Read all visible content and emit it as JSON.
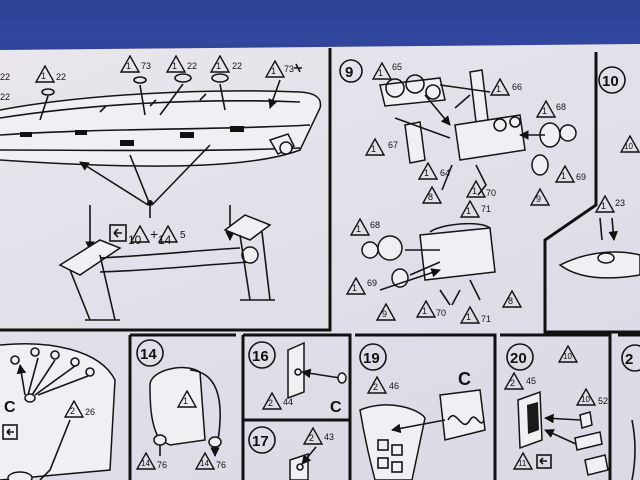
{
  "steps": [
    {
      "id": "s9",
      "num": "9"
    },
    {
      "id": "s10",
      "num": "10"
    },
    {
      "id": "s14",
      "num": "14"
    },
    {
      "id": "s16",
      "num": "16"
    },
    {
      "id": "s17",
      "num": "17"
    },
    {
      "id": "s19",
      "num": "19"
    },
    {
      "id": "s20",
      "num": "20"
    },
    {
      "id": "s2x",
      "num": "2"
    }
  ],
  "letters": {
    "c_a": "C",
    "c_b": "C",
    "c_c": "C",
    "c_d": "C"
  },
  "plus": "+",
  "parts": {
    "t22a": "22",
    "t22b": "22",
    "t22c": "22",
    "t22d": "22",
    "t22e": "22",
    "t73a": "73",
    "t73b": "73",
    "t10": "10",
    "t14": "14",
    "t5": "5",
    "t65": "65",
    "t66": "66",
    "t67": "67",
    "t68a": "68",
    "t69a": "69",
    "t64": "64",
    "t8a": "8",
    "t70a": "70",
    "t9a": "9",
    "t71a": "71",
    "t68b": "68",
    "t69b": "69",
    "t9b": "9",
    "t70b": "70",
    "t71b": "71",
    "t8b": "8",
    "t10b": "10",
    "t23": "23",
    "t26": "26",
    "t1s14": "1",
    "t76a": "76",
    "t76b": "76",
    "t44": "44",
    "t43": "43",
    "t46": "46",
    "t10c": "10",
    "t45": "45",
    "t10d": "10",
    "t52": "52",
    "t11": "11"
  }
}
